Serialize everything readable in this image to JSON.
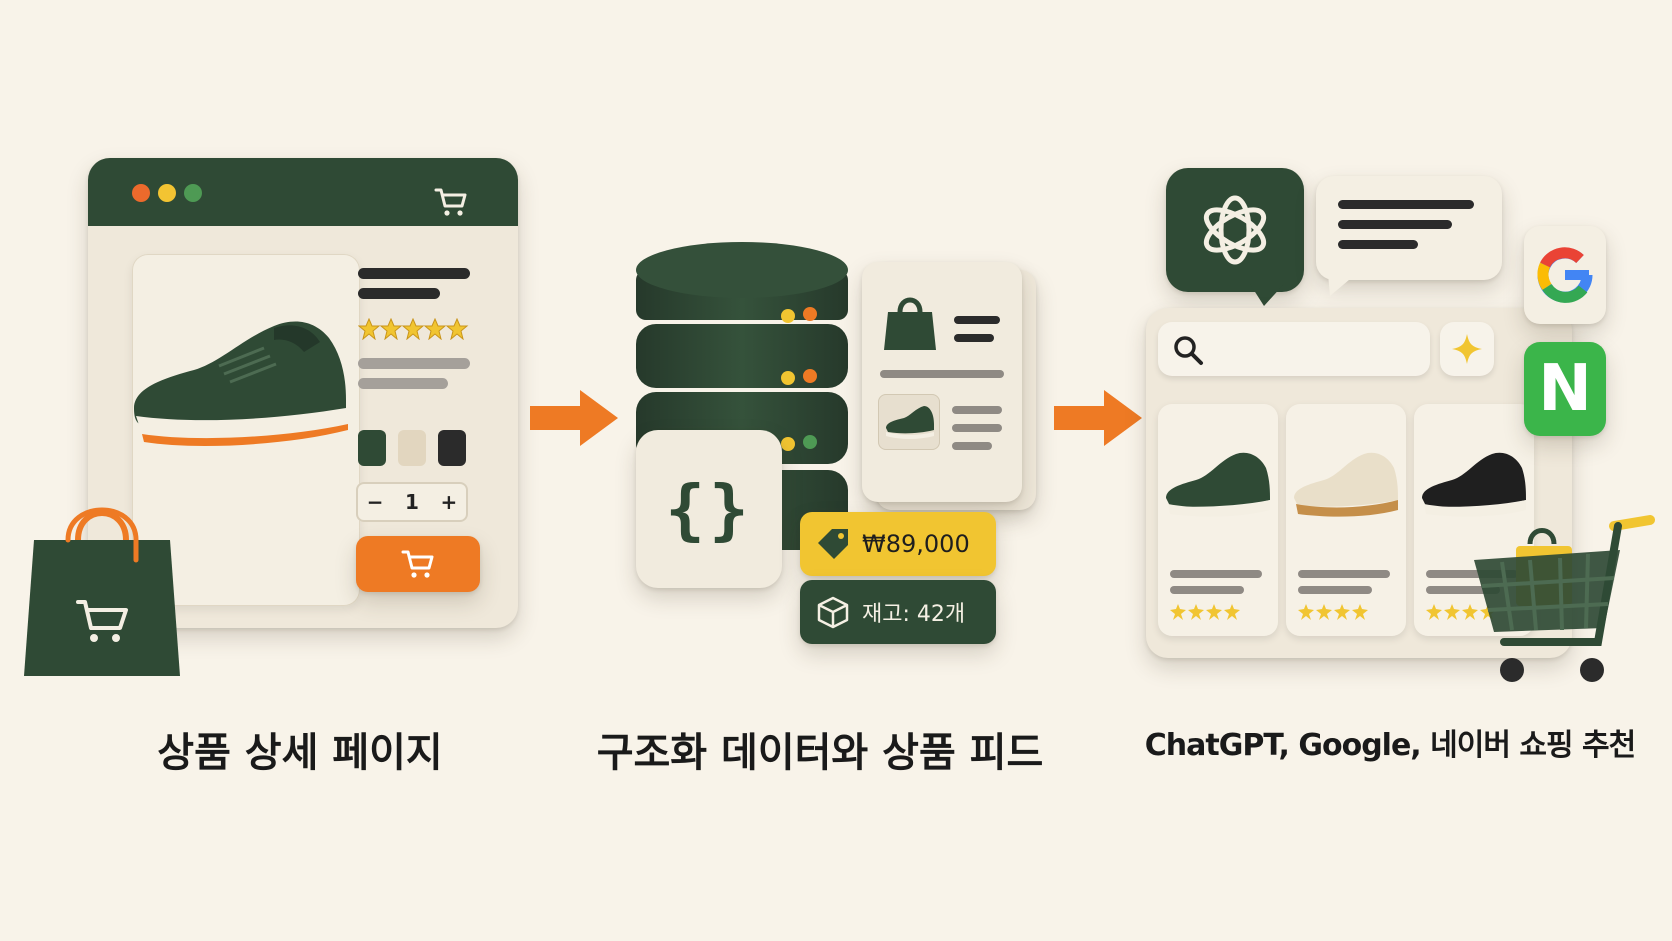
{
  "sections": {
    "product_page": {
      "caption": "상품 상세 페이지",
      "quantity": "1",
      "qty_minus": "−",
      "qty_plus": "+",
      "rating_stars": 5,
      "swatch_colors": [
        "#2f4a35",
        "#e2d6bf",
        "#2b2b2b"
      ]
    },
    "structured_data": {
      "caption": "구조화 데이터와 상품 피드",
      "braces": "{}",
      "price": "₩89,000",
      "stock": "재고: 42개"
    },
    "ai_shopping": {
      "caption": "ChatGPT, Google, 네이버 쇼핑 추천",
      "naver_letter": "N",
      "product_colors": [
        "green",
        "cream",
        "black"
      ],
      "card_rating_stars": 4
    }
  },
  "colors": {
    "background": "#f8f3e9",
    "brand_green": "#2f4a35",
    "accent_orange": "#ee7a24",
    "accent_yellow": "#f1c531",
    "naver_green": "#3bb54a"
  },
  "icons": {
    "window_dots": [
      "red-dot-icon",
      "yellow-dot-icon",
      "green-dot-icon"
    ],
    "browser": "cart-icon",
    "bag": "shopping-bag-icon",
    "feed": [
      "bag-icon",
      "sneaker-icon"
    ],
    "price": "price-tag-icon",
    "stock": "box-icon",
    "ai": "openai-logo-icon",
    "search": "search-icon",
    "sparkle": "sparkle-icon",
    "google": "google-logo-icon",
    "cart": "shopping-cart-icon"
  }
}
